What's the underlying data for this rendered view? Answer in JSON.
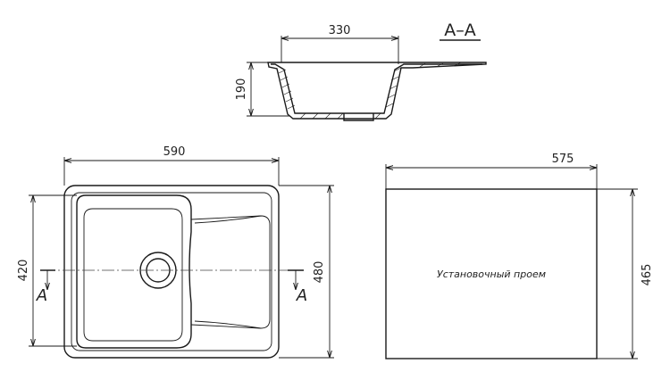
{
  "section": {
    "title": "A–A",
    "width_dim": "330",
    "height_dim": "190"
  },
  "plan": {
    "width_dim": "590",
    "bowl_height_dim": "420",
    "total_height_dim": "480",
    "section_mark_left": "A",
    "section_mark_right": "A"
  },
  "cutout": {
    "width_dim": "575",
    "height_dim": "465",
    "label": "Установочный проем"
  }
}
